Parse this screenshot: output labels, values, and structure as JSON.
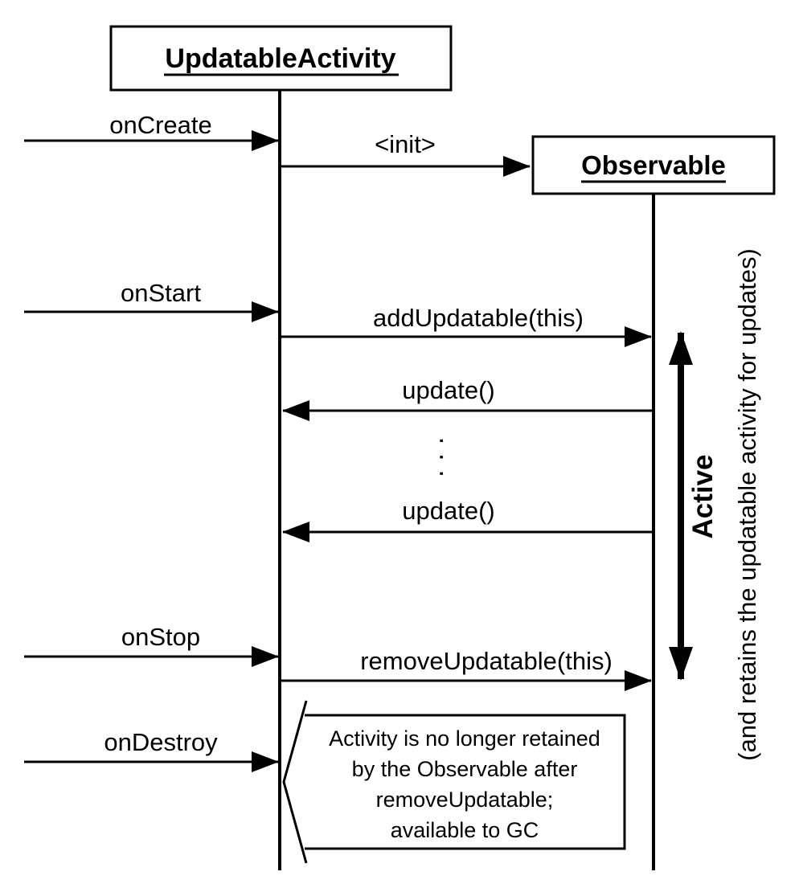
{
  "diagram": {
    "title_left": "UpdatableActivity",
    "title_right": "Observable",
    "messages": {
      "on_create": "onCreate",
      "init": "<init>",
      "on_start": "onStart",
      "add_updatable": "addUpdatable(this)",
      "update_first": "update()",
      "ellipsis": "...",
      "update_second": "update()",
      "on_stop": "onStop",
      "remove_updatable": "removeUpdatable(this)",
      "on_destroy": "onDestroy"
    },
    "activation": {
      "label": "Active",
      "note": "(and retains the updatable activity for updates)"
    },
    "gc_note": {
      "line1": "Activity is no longer retained",
      "line2": "by the Observable after",
      "line3": "removeUpdatable;",
      "line4": "available to GC"
    },
    "colors": {
      "ink": "#000000",
      "background": "#ffffff"
    }
  }
}
